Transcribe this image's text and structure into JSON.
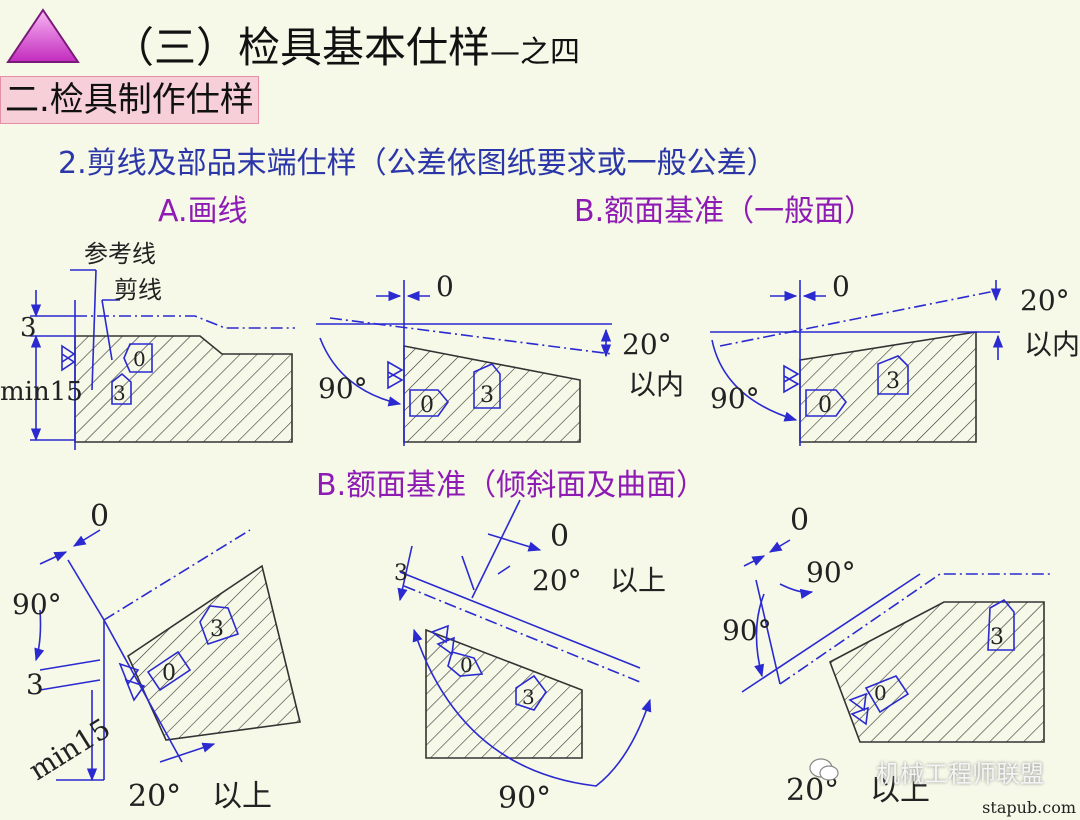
{
  "title": {
    "main": "（三）检具基本仕样",
    "suffix": "—之四"
  },
  "section_label": "二.检具制作仕样",
  "subtitle": "2.剪线及部品末端仕样（公差依图纸要求或一般公差）",
  "headings": {
    "a": "A.画线",
    "b_flat": "B.额面基准（一般面）",
    "b_slope": "B.额面基准（倾斜面及曲面）"
  },
  "labels": {
    "ref_line": "参考线",
    "trim_line": "剪线",
    "three": "3",
    "min15": "min15",
    "zero": "0",
    "deg90": "90°",
    "deg20": "20°",
    "within": "以内",
    "above": "以上"
  },
  "watermark": "机械工程师联盟",
  "site": "stapub.com",
  "colors": {
    "background": "#f6f8e8",
    "title_text": "#111111",
    "subtitle": "#2b36a8",
    "heading": "#8e1cb4",
    "drawing": "#2a2ad0",
    "section_bg": "#f6cfd8"
  }
}
